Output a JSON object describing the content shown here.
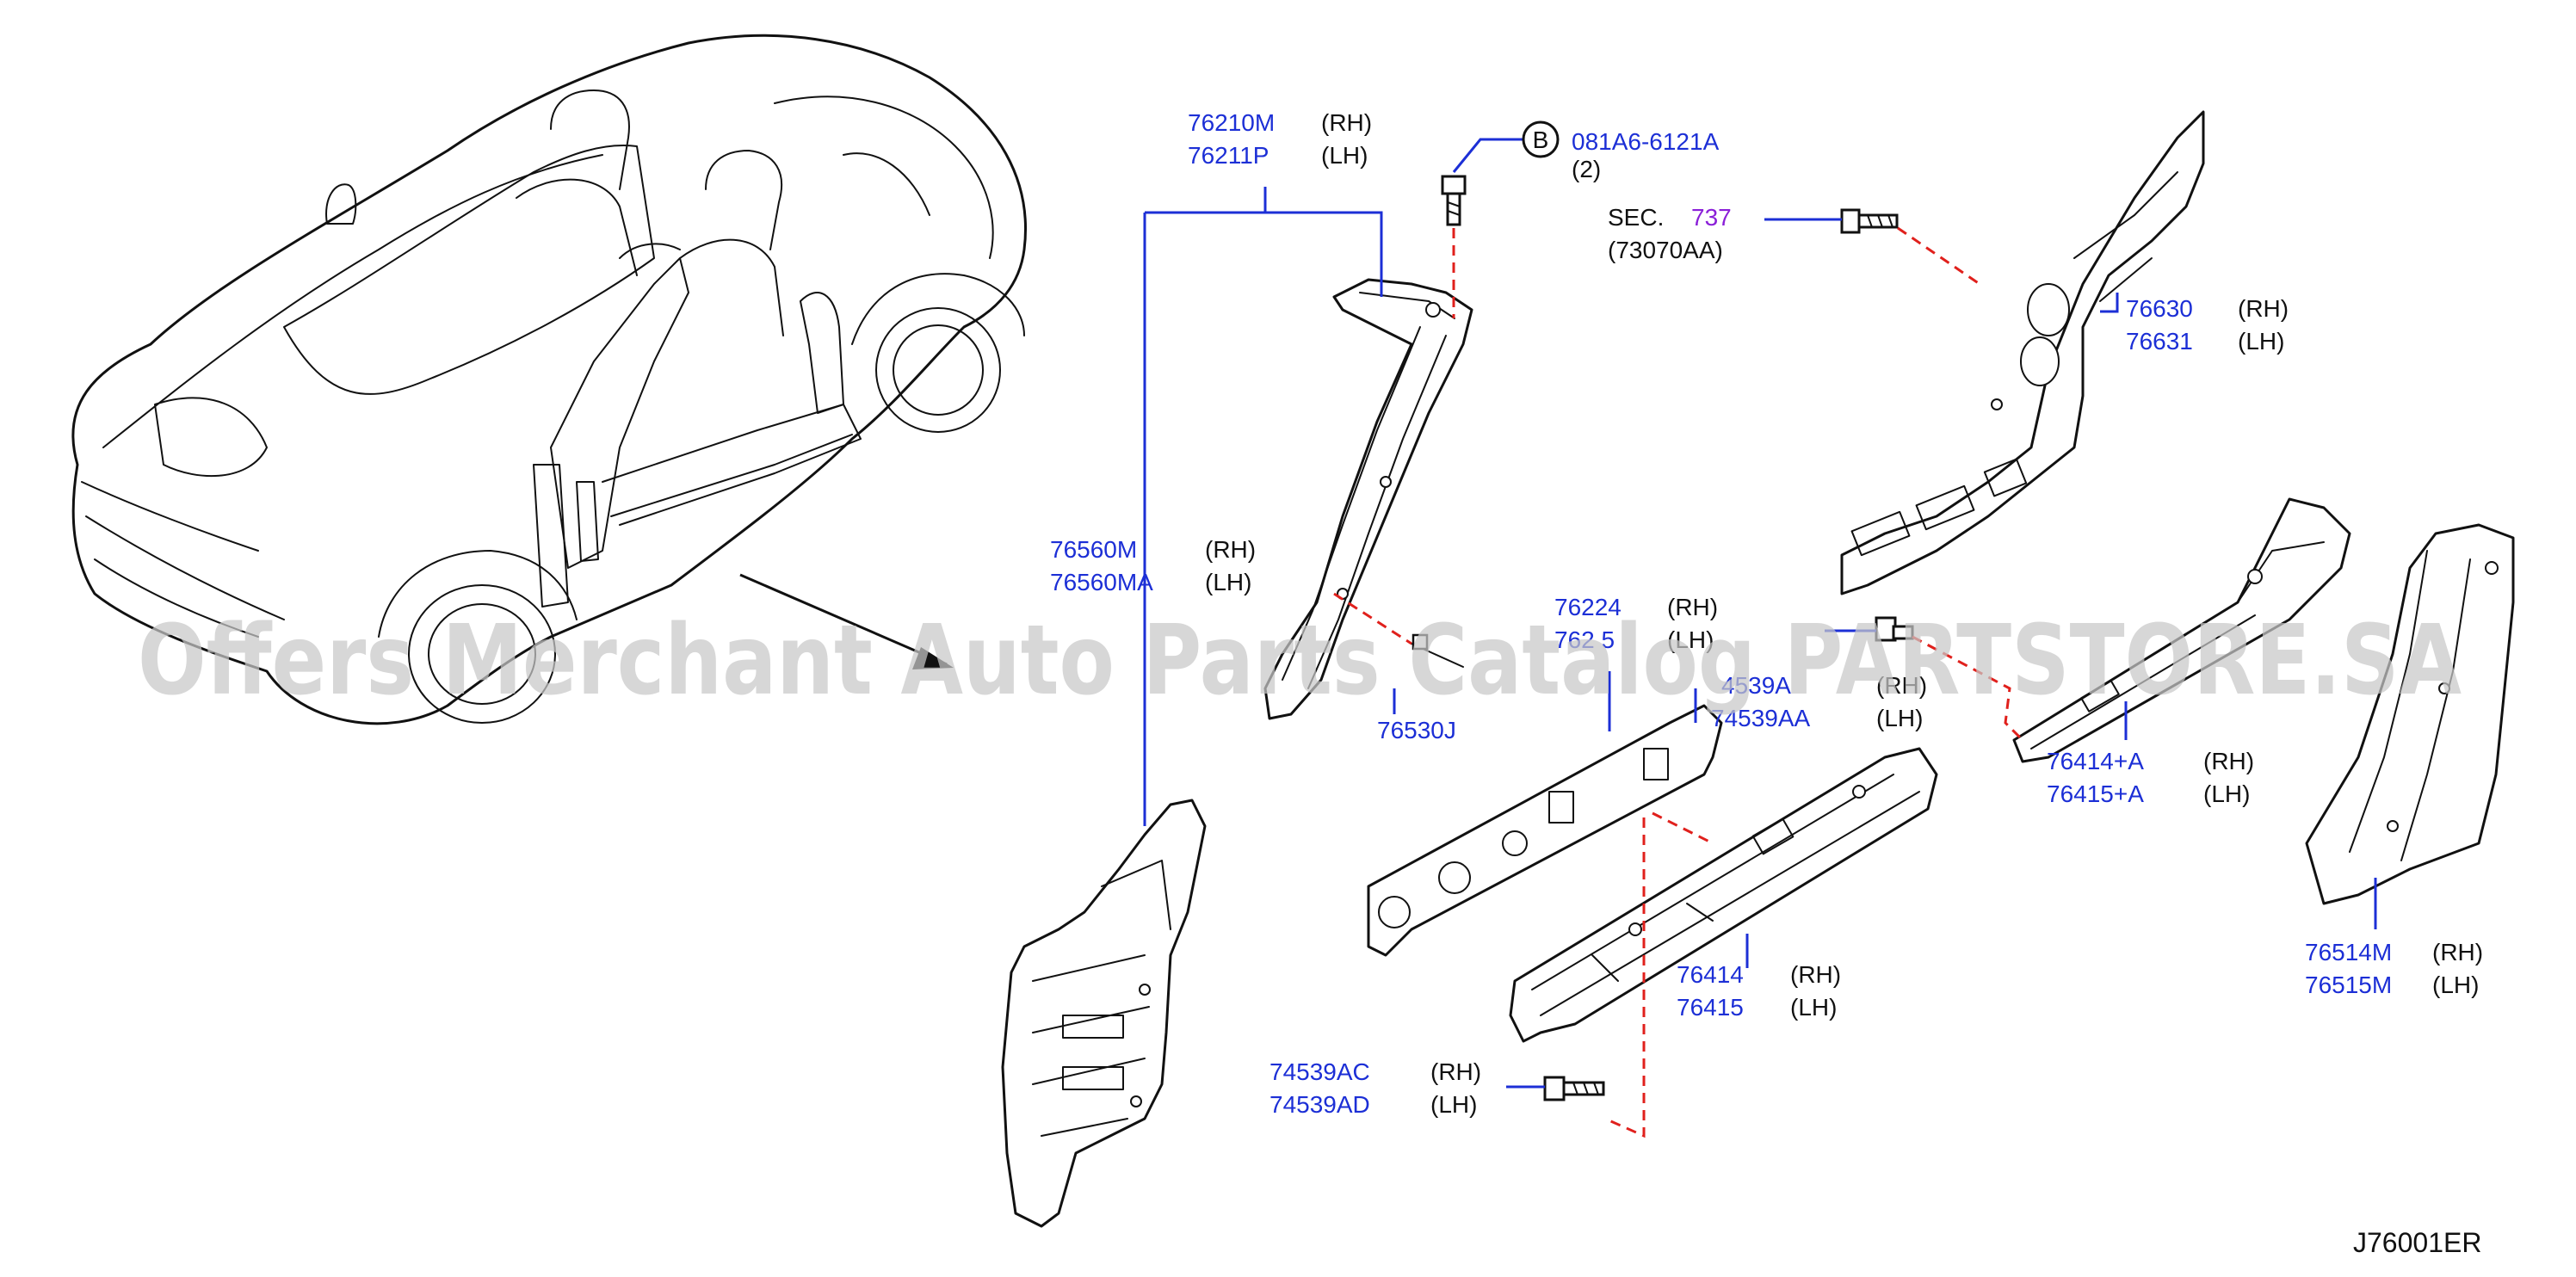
{
  "diagram": {
    "code": "J76001ER",
    "watermark": "Offers Merchant Auto Parts Catalog PARTSTORE.SA",
    "callout_letter": "B",
    "side_rh": "(RH)",
    "side_lh": "(LH)",
    "section_ref": {
      "prefix": "SEC.",
      "number": "737",
      "sub": "(73070AA)"
    },
    "bolt_ref": {
      "part": "081A6-6121A",
      "qty": "(2)"
    },
    "labels": {
      "l76210m": "76210M",
      "l76211p": "76211P",
      "l76560m": "76560M",
      "l76560ma": "76560MA",
      "l76224": "76224",
      "l762_5": "762 5",
      "l76530j": "76530J",
      "l4539a": "4539A",
      "l74539aa": "74539AA",
      "l76630": "76630",
      "l76631": "76631",
      "l76414a": "76414+A",
      "l76415a": "76415+A",
      "l76414": "76414",
      "l76415": "76415",
      "l74539ac": "74539AC",
      "l74539ad": "74539AD",
      "l76514m": "76514M",
      "l76515m": "76515M"
    }
  }
}
